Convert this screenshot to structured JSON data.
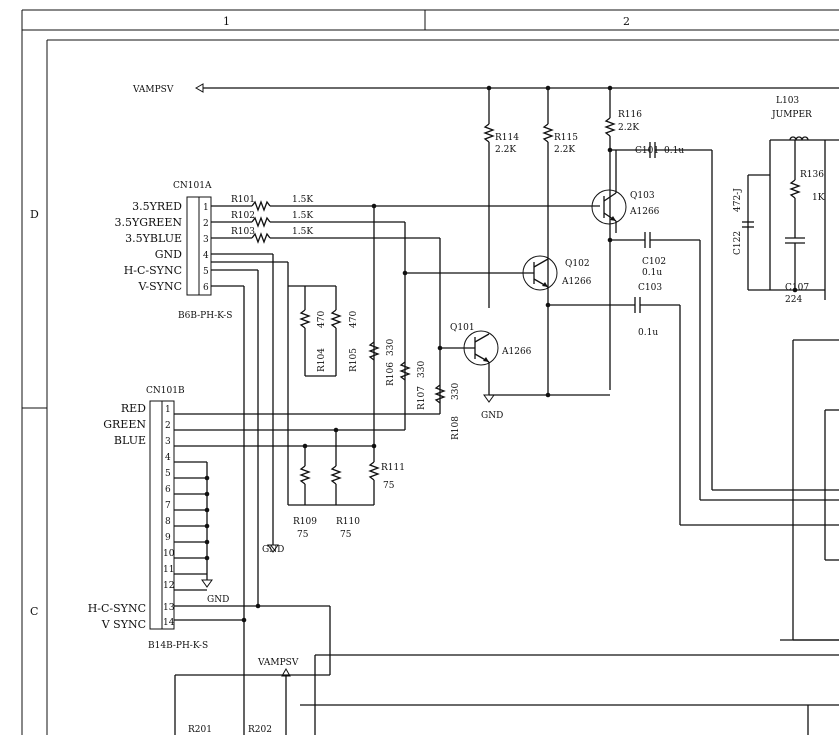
{
  "grid": {
    "columns": [
      "1",
      "2"
    ],
    "rows": [
      "D",
      "C"
    ]
  },
  "nets": {
    "vampsv_top": "VAMPSV",
    "vampsv_bottom": "VAMPSV",
    "gnd_q101": "GND",
    "gnd_cn101b": "GND",
    "gnd_b": "GND",
    "jumper": "JUMPER"
  },
  "connectors": {
    "cn101a": {
      "ref": "CN101A",
      "part": "B6B-PH-K-S",
      "pins": [
        {
          "num": "1",
          "signal": "3.5YRED"
        },
        {
          "num": "2",
          "signal": "3.5YGREEN"
        },
        {
          "num": "3",
          "signal": "3.5YBLUE"
        },
        {
          "num": "4",
          "signal": "GND"
        },
        {
          "num": "5",
          "signal": "H-C-SYNC"
        },
        {
          "num": "6",
          "signal": "V-SYNC"
        }
      ]
    },
    "cn101b": {
      "ref": "CN101B",
      "part": "B14B-PH-K-S",
      "pins": [
        {
          "num": "1",
          "signal": "RED"
        },
        {
          "num": "2",
          "signal": "GREEN"
        },
        {
          "num": "3",
          "signal": "BLUE"
        },
        {
          "num": "4",
          "signal": ""
        },
        {
          "num": "5",
          "signal": ""
        },
        {
          "num": "6",
          "signal": ""
        },
        {
          "num": "7",
          "signal": ""
        },
        {
          "num": "8",
          "signal": ""
        },
        {
          "num": "9",
          "signal": ""
        },
        {
          "num": "10",
          "signal": ""
        },
        {
          "num": "11",
          "signal": ""
        },
        {
          "num": "12",
          "signal": ""
        },
        {
          "num": "13",
          "signal": "H-C-SYNC"
        },
        {
          "num": "14",
          "signal": "V SYNC"
        }
      ]
    }
  },
  "resistors": {
    "r101": {
      "ref": "R101",
      "value": "1.5K"
    },
    "r102": {
      "ref": "R102",
      "value": "1.5K"
    },
    "r103": {
      "ref": "R103",
      "value": "1.5K"
    },
    "r104": {
      "ref": "R104",
      "value": "470"
    },
    "r105": {
      "ref": "R105",
      "value": "470"
    },
    "r106": {
      "ref": "R106",
      "value": "330"
    },
    "r107": {
      "ref": "R107",
      "value": "330"
    },
    "r108": {
      "ref": "R108",
      "value": "330"
    },
    "r109": {
      "ref": "R109",
      "value": "75"
    },
    "r110": {
      "ref": "R110",
      "value": "75"
    },
    "r111": {
      "ref": "R111",
      "value": "75"
    },
    "r114": {
      "ref": "R114",
      "value": "2.2K"
    },
    "r115": {
      "ref": "R115",
      "value": "2.2K"
    },
    "r116": {
      "ref": "R116",
      "value": "2.2K"
    },
    "r136": {
      "ref": "R136",
      "value": "1K"
    },
    "r201": {
      "ref": "R201"
    },
    "r202": {
      "ref": "R202"
    }
  },
  "transistors": {
    "q101": {
      "ref": "Q101",
      "part": "A1266"
    },
    "q102": {
      "ref": "Q102",
      "part": "A1266"
    },
    "q103": {
      "ref": "Q103",
      "part": "A1266"
    }
  },
  "capacitors": {
    "c101": {
      "ref": "C101",
      "value": "0.1u"
    },
    "c102": {
      "ref": "C102",
      "value": "0.1u"
    },
    "c103": {
      "ref": "C103",
      "value": "0.1u"
    },
    "c107": {
      "ref": "C107",
      "value": "224"
    },
    "c122": {
      "ref": "C122",
      "value": "472-J"
    }
  },
  "misc": {
    "l103": "L103"
  }
}
